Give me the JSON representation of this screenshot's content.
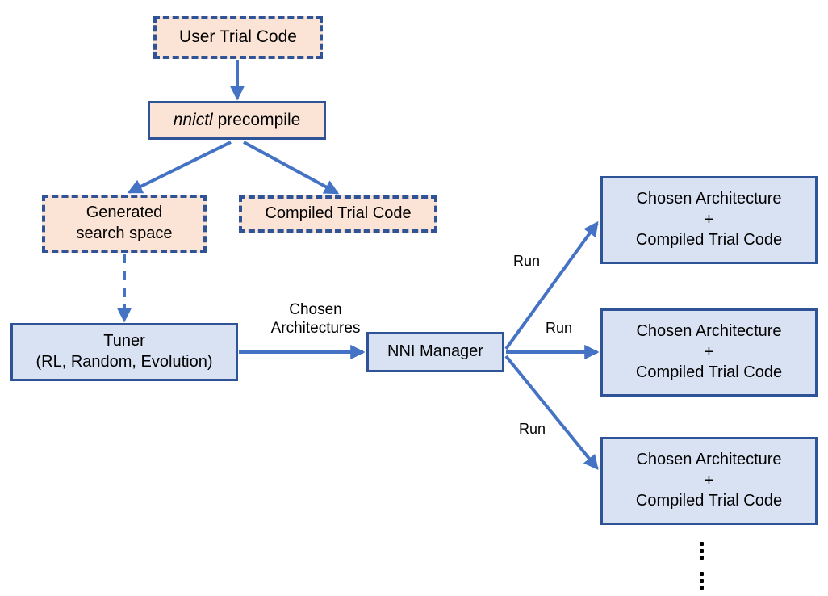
{
  "diagram": {
    "title": "NNI precompile architecture flow",
    "colors": {
      "peach_fill": "#FBE4D5",
      "blue_fill": "#D9E2F3",
      "border_navy": "#2E5396",
      "arrow_blue": "#4472C4",
      "text": "#000000",
      "background": "#FFFFFF"
    }
  },
  "nodes": {
    "user_trial_code": {
      "label": "User Trial Code",
      "style": "dashed-peach"
    },
    "nnictl_precompile": {
      "label_italic": "nnictl",
      "label_rest": " precompile",
      "style": "solid-peach"
    },
    "generated_search_space": {
      "line1": "Generated",
      "line2": "search space",
      "style": "dashed-peach"
    },
    "compiled_trial_code": {
      "label": "Compiled Trial Code",
      "style": "dashed-peach"
    },
    "tuner": {
      "line1": "Tuner",
      "line2": "(RL, Random, Evolution)",
      "style": "solid-blue"
    },
    "nni_manager": {
      "label": "NNI Manager",
      "style": "solid-blue"
    },
    "trial_top": {
      "line1": "Chosen Architecture",
      "line2": "+",
      "line3": "Compiled Trial Code",
      "style": "solid-blue"
    },
    "trial_middle": {
      "line1": "Chosen Architecture",
      "line2": "+",
      "line3": "Compiled Trial Code",
      "style": "solid-blue"
    },
    "trial_bottom": {
      "line1": "Chosen Architecture",
      "line2": "+",
      "line3": "Compiled Trial Code",
      "style": "solid-blue"
    }
  },
  "edge_labels": {
    "chosen_architectures_line1": "Chosen",
    "chosen_architectures_line2": "Architectures",
    "run_top": "Run",
    "run_middle": "Run",
    "run_bottom": "Run"
  },
  "ellipsis": {
    "upper": "⋮",
    "lower": "⋮"
  }
}
